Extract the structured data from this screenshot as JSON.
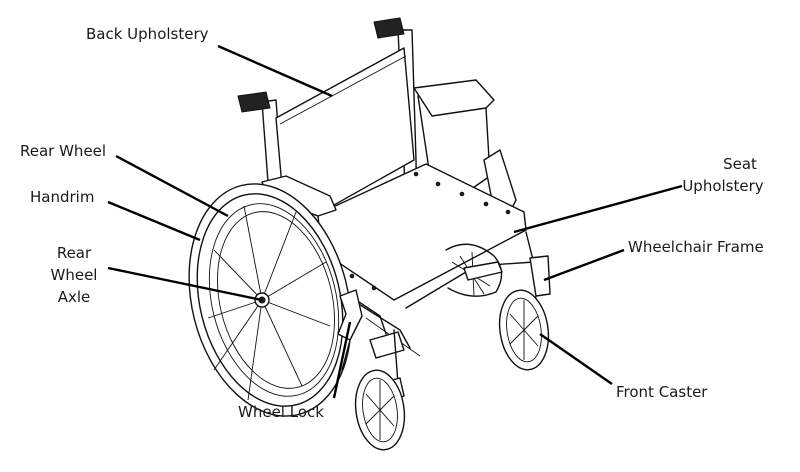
{
  "labels": {
    "back_upholstery": "Back Upholstery",
    "rear_wheel": "Rear Wheel",
    "handrim": "Handrim",
    "rear_wheel_axle": [
      "Rear",
      "Wheel",
      "Axle"
    ],
    "seat_upholstery": [
      "Seat",
      "Upholstery"
    ],
    "wheelchair_frame": "Wheelchair Frame",
    "front_caster": "Front Caster",
    "wheel_lock": "Wheel Lock"
  }
}
